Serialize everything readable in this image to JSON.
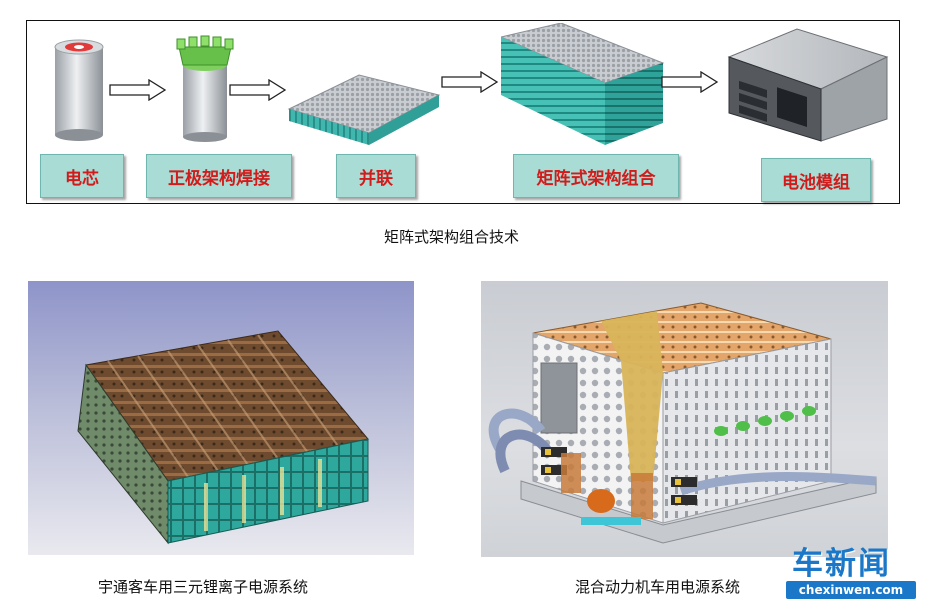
{
  "process": {
    "steps": [
      {
        "label": "电芯"
      },
      {
        "label": "正极架构焊接"
      },
      {
        "label": "并联"
      },
      {
        "label": "矩阵式架构组合"
      },
      {
        "label": "电池模组"
      }
    ],
    "caption": "矩阵式架构组合技术"
  },
  "figures": [
    {
      "caption": "宇通客车用三元锂离子电源系统"
    },
    {
      "caption": "混合动力机车用电源系统"
    }
  ],
  "watermark": {
    "title": "车新闻",
    "url": "chexinwen.com"
  },
  "colors": {
    "label_bg": "#a8dcd5",
    "label_text": "#d21b1b",
    "cell_teal": "#3fb7ae",
    "watermark_blue": "#1b78c8"
  }
}
